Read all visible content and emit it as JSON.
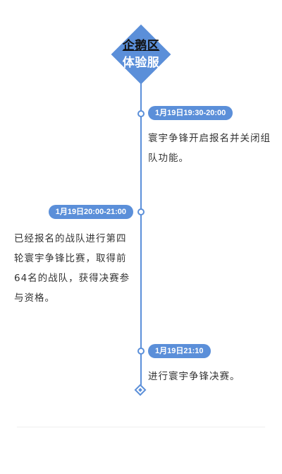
{
  "header": {
    "line1": "企鹅区",
    "line2": "体验服"
  },
  "events": [
    {
      "time": "1月19日19:30-20:00",
      "text": "寰宇争锋开启报名并关闭组队功能。"
    },
    {
      "time": "1月19日20:00-21:00",
      "text": "已经报名的战队进行第四轮寰宇争锋比赛，取得前64名的战队，获得决赛参与资格。"
    },
    {
      "time": "1月19日21:10",
      "text": "进行寰宇争锋决赛。"
    }
  ],
  "colors": {
    "accent": "#5b8fd9",
    "text": "#333333",
    "divider": "#eeeeee"
  }
}
